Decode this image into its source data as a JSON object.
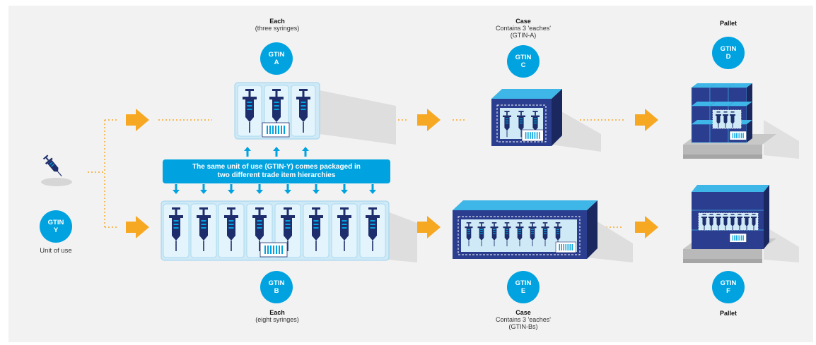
{
  "colors": {
    "badge": "#00a3e0",
    "arrow": "#f7a823",
    "dots": "#f7a823",
    "navy": "#1e2d6b",
    "box_blue": "#2a3d8f",
    "blister": "#cfe9f6"
  },
  "unit": {
    "badge": [
      "GTIN",
      "Y"
    ],
    "caption": "Unit of use"
  },
  "note": {
    "lines": [
      "The same unit of use (GTIN-Y) comes packaged in",
      "two different trade item hierarchies"
    ]
  },
  "top": {
    "each": {
      "badge": [
        "GTIN",
        "A"
      ],
      "title": "Each",
      "lines": [
        "(three syringes)"
      ]
    },
    "case": {
      "badge": [
        "GTIN",
        "C"
      ],
      "title": "Case",
      "lines": [
        "Contains 3 'eaches'",
        "(GTIN-A)"
      ]
    },
    "pallet": {
      "badge": [
        "GTIN",
        "D"
      ],
      "title": "Pallet",
      "lines": []
    }
  },
  "bottom": {
    "each": {
      "badge": [
        "GTIN",
        "B"
      ],
      "title": "Each",
      "lines": [
        "(eight syringes)"
      ]
    },
    "case": {
      "badge": [
        "GTIN",
        "E"
      ],
      "title": "Case",
      "lines": [
        "Contains 3 'eaches'",
        "(GTIN-Bs)"
      ]
    },
    "pallet": {
      "badge": [
        "GTIN",
        "F"
      ],
      "title": "Pallet",
      "lines": []
    }
  }
}
